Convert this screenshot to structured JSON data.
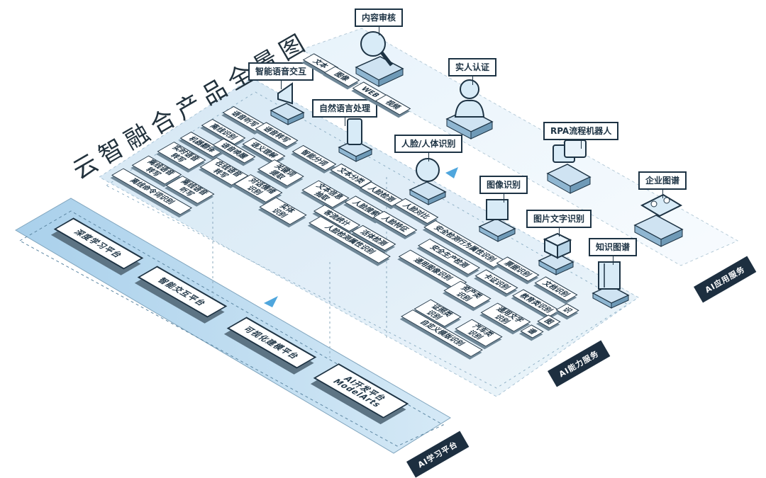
{
  "title": "云智融合产品全景图",
  "bands": {
    "ai_app": "AI应用服务",
    "ai_ability": "AI能力服务",
    "ai_learning": "AI学习平台"
  },
  "callouts": {
    "content_audit": "内容审核",
    "real_name": "实人认证",
    "rpa": "RPA流程机器人",
    "knowledge_graph_enterprise": "企业图谱",
    "voice": "智能语音交互",
    "nlp": "自然语言处理",
    "face": "人脸/人体识别",
    "image": "图像识别",
    "ocr": "图片文字识别",
    "kg": "知识图谱"
  },
  "audit_tiles": [
    "文本",
    "图像",
    "WEB",
    "视频"
  ],
  "voice_tiles": [
    "语音听写",
    "离线识别",
    "机器翻译",
    "实时语音\n转写",
    "离线语音\n转写",
    "离线命令词识别",
    "离线语音\n听写",
    "在线语音\n转写",
    "语音唤醒",
    "语音转写",
    "语义理解"
  ],
  "nlp_tiles": [
    "智能分词",
    "关键词\n提取",
    "对话情绪\n识别",
    "文本分类",
    "文本信息\n抽取",
    "实体\n识别",
    "客流统计",
    "人脸检测"
  ],
  "face_tiles": [
    "人脸检测",
    "人脸搜索",
    "人脸对比",
    "人脸特征",
    "活体检测",
    "人脸检测属性识别",
    "安全检测行为属性识别",
    "安全生产检测",
    "通用图像识别"
  ],
  "ocr_tiles": [
    "票据识别",
    "卡证识别",
    "文档识别",
    "资产类\n识别",
    "教育类识别",
    "证照类\n识别",
    "通用文字\n识别",
    "汽车类\n识别",
    "自定义模版识别",
    "识",
    "图",
    "谱"
  ],
  "platform_tiles": [
    "深度学习平台",
    "智能交互平台",
    "可视化建模平台",
    "AI开发平台\nModelArts"
  ]
}
